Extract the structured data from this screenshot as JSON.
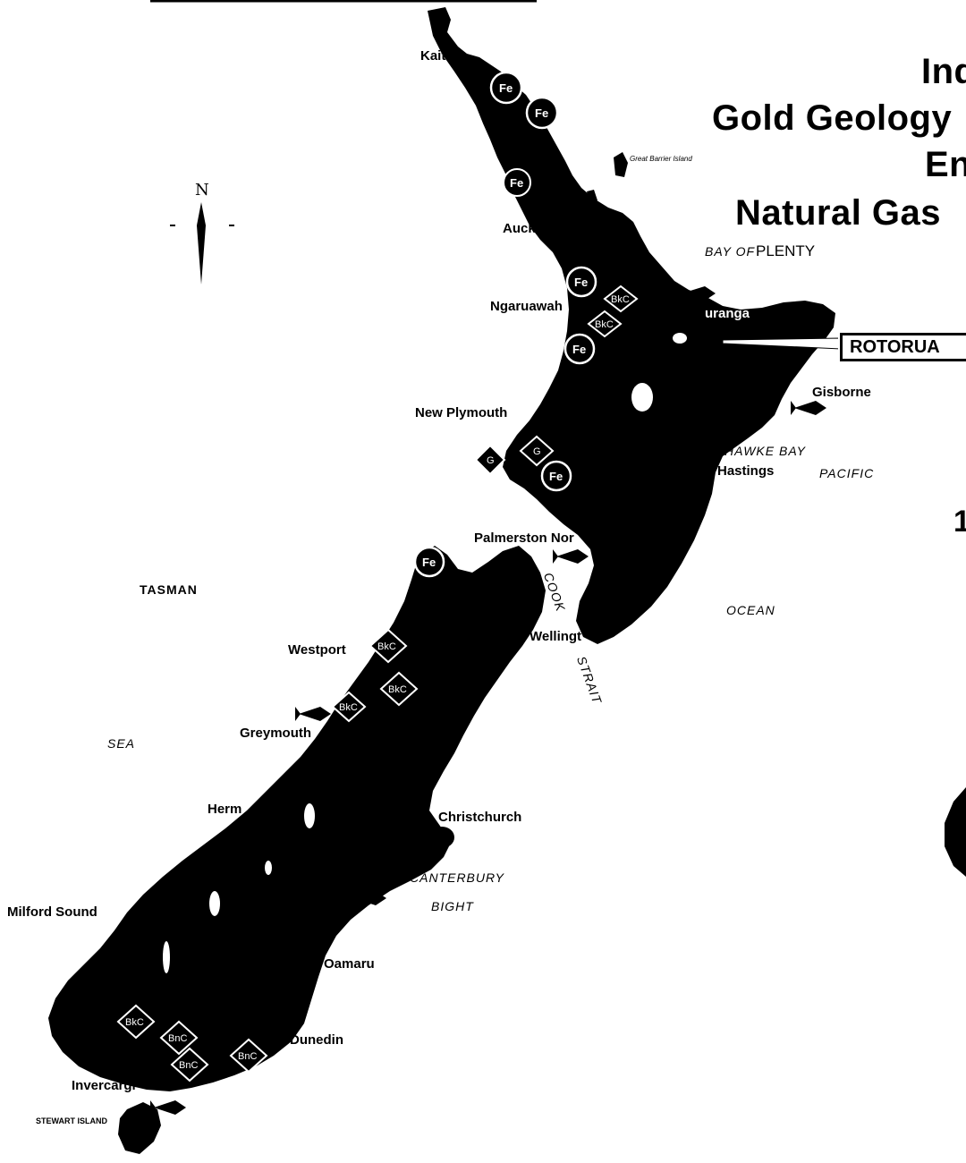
{
  "titles": [
    "Ind",
    "Gold Geology",
    "En",
    "Natural Gas"
  ],
  "rotorua_label": "ROTORUA",
  "edge_number": "1",
  "compass": {
    "label": "N"
  },
  "places": {
    "kaitaia": "Kaita",
    "auckland": "Auckl",
    "great_barrier": "Great Barrier Island",
    "ngaruawahia": "Ngaruawah",
    "tauranga": "uranga",
    "gisborne": "Gisborne",
    "new_plymouth": "New Plymouth",
    "hastings": "Hastings",
    "palmerston": "Palmerston Nor",
    "wellington": "Wellingt",
    "westport": "Westport",
    "greymouth": "Greymouth",
    "hermitage": "Herm",
    "christchurch": "Christchurch",
    "milford": "Milford Sound",
    "oamaru": "Oamaru",
    "dunedin": "Dunedin",
    "invercargill": "Invercargi",
    "stewart": "STEWART ISLAND"
  },
  "water": {
    "bay_of": "BAY OF",
    "plenty": "PLENTY",
    "hawke_bay": "HAWKE BAY",
    "pacific": "PACIFIC",
    "ocean": "OCEAN",
    "tasman": "TASMAN",
    "sea": "SEA",
    "cook": "COOK",
    "strait": "STRAIT",
    "canterbury": "CANTERBURY",
    "bight": "BIGHT"
  },
  "symbols": {
    "iron": "Fe",
    "black_coal": "BkC",
    "brown_coal": "BnC",
    "gas": "G"
  }
}
